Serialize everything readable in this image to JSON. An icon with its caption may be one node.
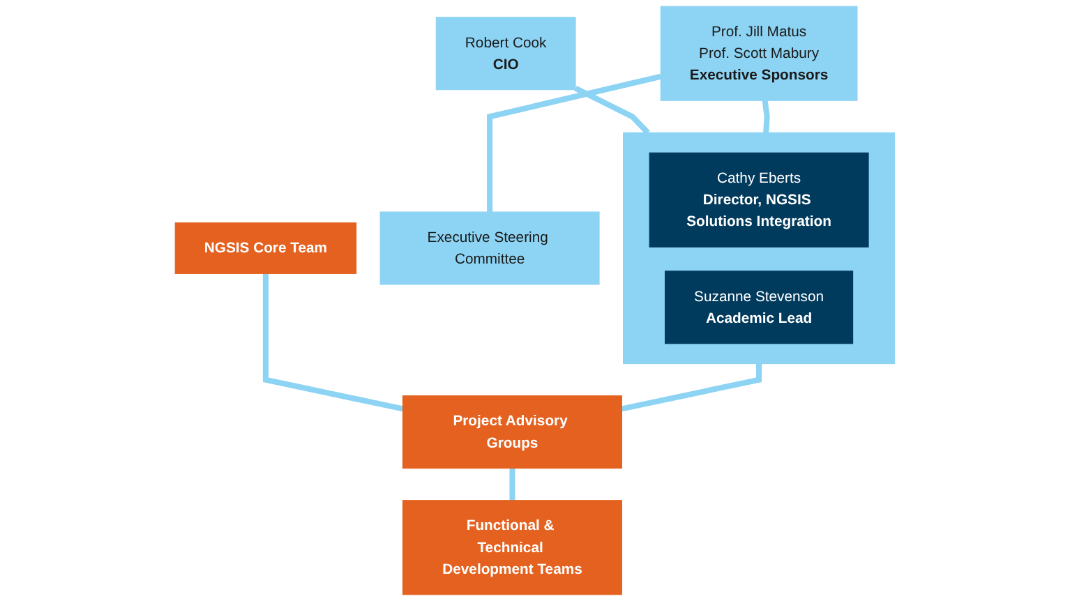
{
  "diagram": {
    "nodes": [
      {
        "text": [
          "Robert Cook",
          "CIO"
        ]
      },
      {
        "text": [
          "Prof. Jill Matus",
          "Prof. Scott Mabury",
          "Executive Sponsors"
        ]
      },
      {
        "text": [
          "Executive Steering Committee"
        ]
      },
      {
        "text": [],
        "shape": "box"
      },
      {
        "text": [
          "Cathy Eberts",
          "Director, NGSIS Solutions Integration"
        ],
        "in": 3
      },
      {
        "text": [
          "Suzanne Stevenson",
          "Academic Lead"
        ],
        "in": 3
      },
      {
        "text": [
          "NGSIS Core Team"
        ]
      },
      {
        "text": [
          "Project Advisory Groups"
        ]
      },
      {
        "text": [
          "Functional & Technical Development Teams"
        ]
      }
    ],
    "edges": [
      {
        "from": 0,
        "to": 3,
        "arrow": "none"
      },
      {
        "from": 1,
        "to": 3,
        "arrow": "none"
      },
      {
        "from": 1,
        "to": 2,
        "arrow": "none"
      },
      {
        "from": 3,
        "to": 7,
        "arrow": "none"
      },
      {
        "from": 6,
        "to": 7,
        "arrow": "none"
      },
      {
        "from": 7,
        "to": 8,
        "arrow": "none"
      }
    ]
  }
}
